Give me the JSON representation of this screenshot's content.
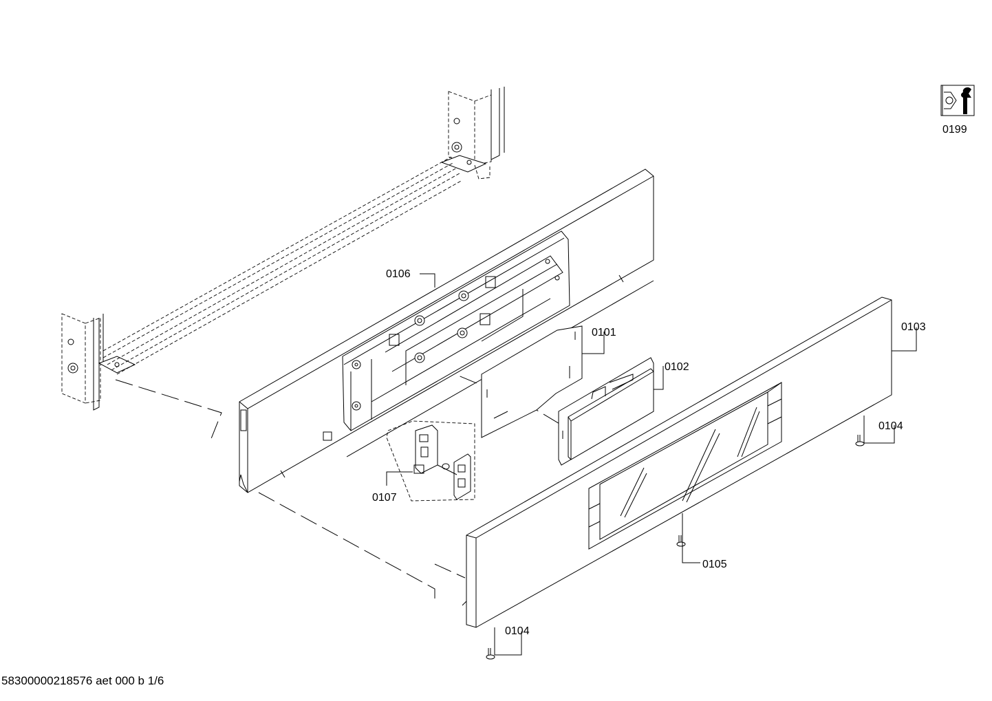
{
  "callouts": {
    "p0101": "0101",
    "p0102": "0102",
    "p0103": "0103",
    "p0104_right": "0104",
    "p0104_bottom": "0104",
    "p0105": "0105",
    "p0106": "0106",
    "p0107": "0107",
    "p0199": "0199"
  },
  "footer": {
    "document_id": "58300000218576 aet 000 b 1/6"
  },
  "icons": {
    "service_kit": "wrench-nut-icon"
  }
}
